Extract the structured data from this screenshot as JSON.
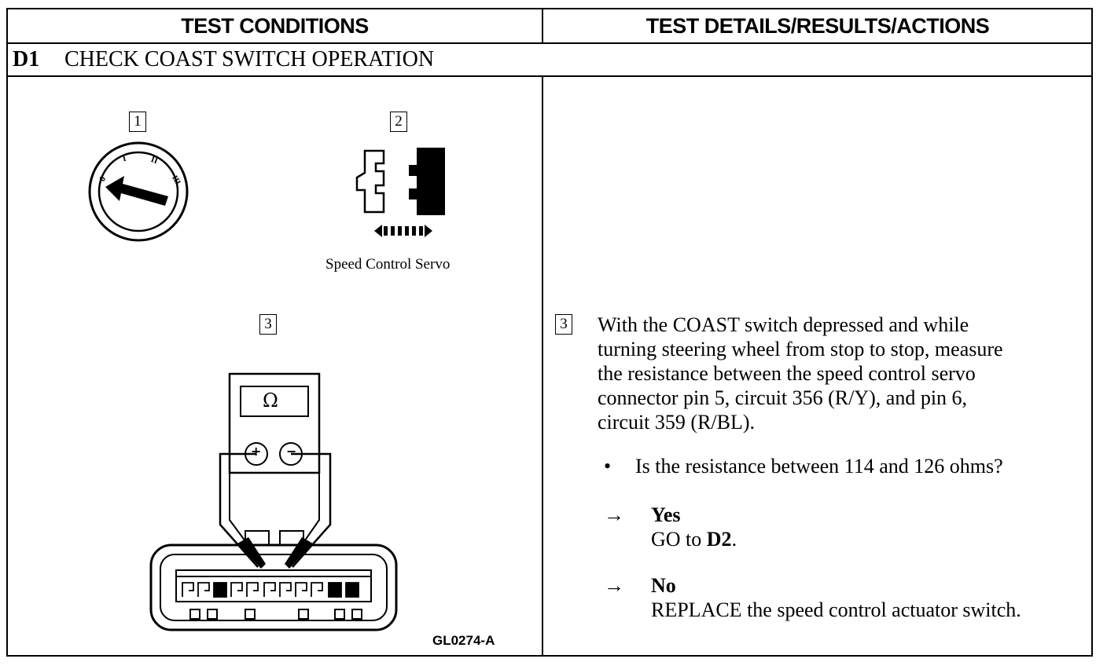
{
  "header": {
    "left": "TEST CONDITIONS",
    "right": "TEST DETAILS/RESULTS/ACTIONS"
  },
  "step": {
    "id": "D1",
    "title": "CHECK COAST SWITCH OPERATION"
  },
  "figures": {
    "callout_1": "1",
    "callout_2": "2",
    "callout_3": "3",
    "ignition_marks": [
      "0",
      "I",
      "II",
      "III"
    ],
    "servo_caption": "Speed Control Servo",
    "meter_symbol": "Ω",
    "meter_plus": "+",
    "meter_minus": "−",
    "figure_id": "GL0274-A"
  },
  "details": {
    "callout": "3",
    "instruction_lines": [
      "With the COAST switch depressed and while",
      "turning steering wheel from stop to stop, measure",
      "the resistance between the speed control servo",
      "connector pin 5, circuit 356 (R/Y), and pin 6,",
      "circuit 359 (R/BL)."
    ],
    "bullet": "•",
    "question": "Is the resistance between 114 and 126 ohms?",
    "arrow": "→",
    "yes_label": "Yes",
    "yes_action_prefix": "GO to ",
    "yes_action_target": "D2",
    "yes_action_suffix": ".",
    "no_label": "No",
    "no_action": "REPLACE the speed control actuator switch."
  }
}
